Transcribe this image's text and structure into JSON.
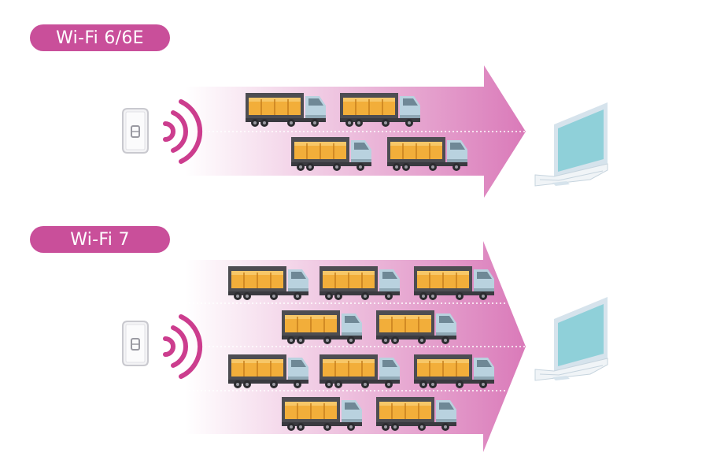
{
  "colors": {
    "accent": "#c94f9a",
    "arrow_light": "#ffffff",
    "arrow_dark": "#da7ab9",
    "signal": "#cc3d8e",
    "truck_cab": "#b9d2df",
    "truck_body": "#4d4d52",
    "truck_cargo": "#f2ae3a",
    "laptop_screen": "#8fd0d9",
    "laptop_frame": "#d6e3ec"
  },
  "sections": [
    {
      "label": "Wi-Fi 6/6E",
      "lanes": [
        {
          "trucks": 2
        },
        {
          "trucks": 2
        }
      ]
    },
    {
      "label": "Wi-Fi 7",
      "lanes": [
        {
          "trucks": 3
        },
        {
          "trucks": 2
        },
        {
          "trucks": 3
        },
        {
          "trucks": 2
        }
      ]
    }
  ],
  "icons": {
    "access_point": "access-point-icon",
    "signal": "wifi-signal-icon",
    "truck": "truck-icon",
    "laptop": "laptop-icon"
  }
}
